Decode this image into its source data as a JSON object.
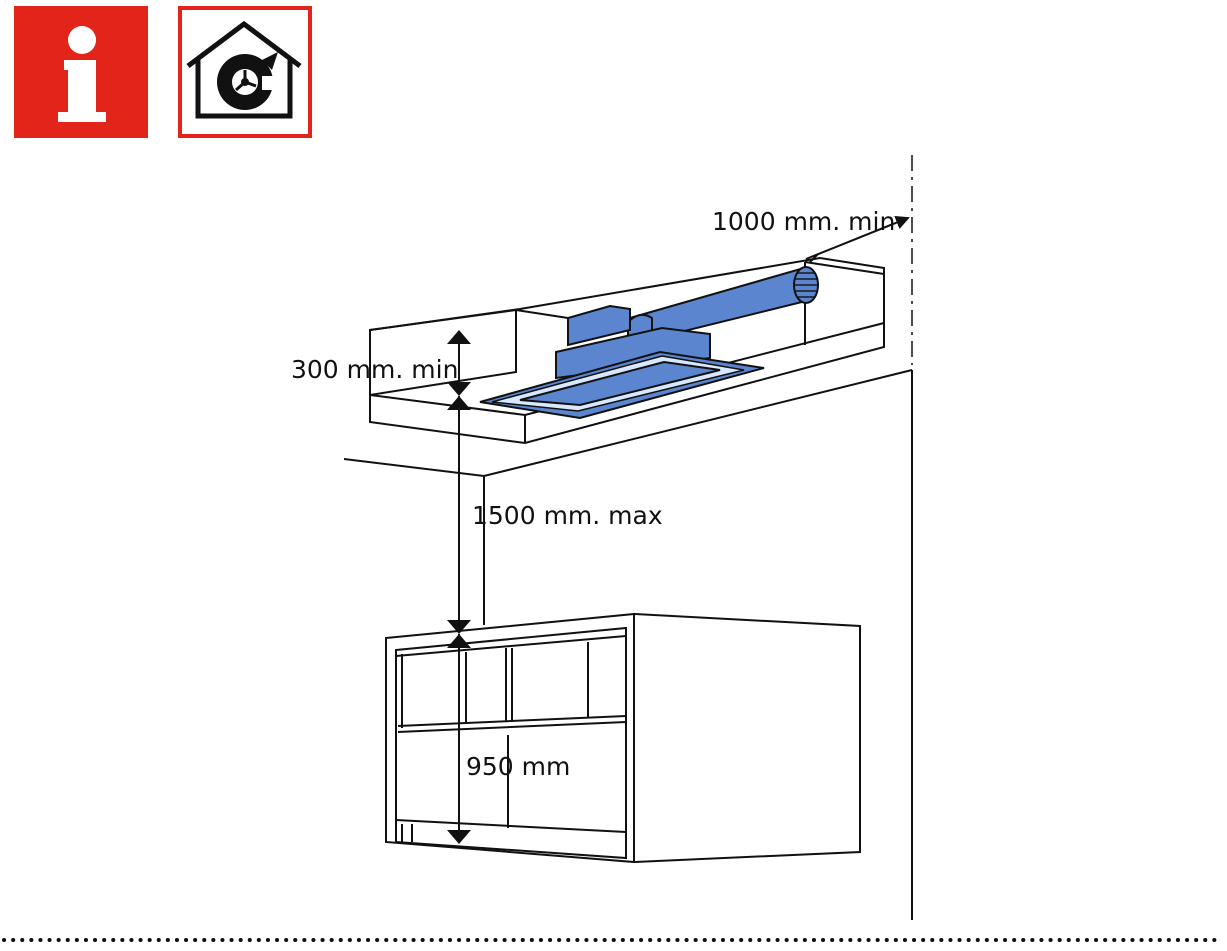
{
  "icons": {
    "info": {
      "name": "info-icon",
      "glyph": "i",
      "color": "#e3241b"
    },
    "recirculation": {
      "name": "house-recirculation-icon",
      "frame_color": "#e3241b"
    }
  },
  "dimensions": {
    "duct_length": "1000 mm. min",
    "ceiling_clearance": "300 mm. min",
    "hood_to_worktop": "1500 mm. max",
    "worktop_height": "950 mm"
  },
  "colors": {
    "hood": "#5b86cf",
    "light_strip": "#d8e8ff",
    "accent": "#e3241b",
    "line": "#111111"
  }
}
